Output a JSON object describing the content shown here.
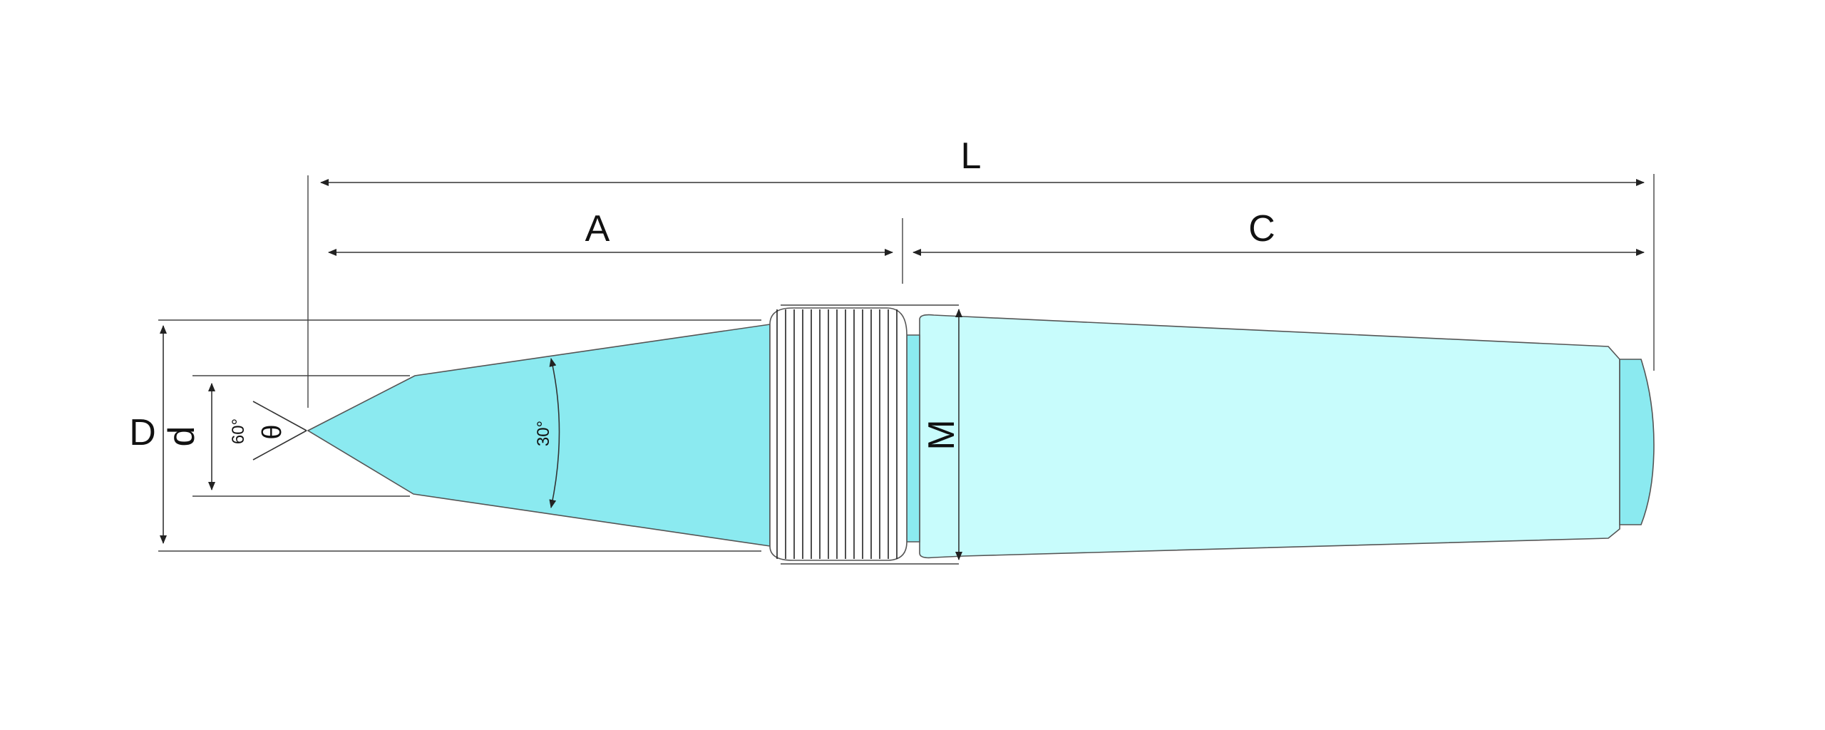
{
  "labels": {
    "overall_length": "L",
    "length_a": "A",
    "length_c": "C",
    "outer_diameter": "D",
    "tip_diameter": "d",
    "thread_m": "M",
    "tip_angle": "60°",
    "theta": "θ",
    "taper_angle": "30°"
  },
  "colors": {
    "tip_fill": "#8BEAF0",
    "shank_fill": "#C8FCFC",
    "knurl_fill": "#FFFFFF",
    "line": "#333333"
  }
}
